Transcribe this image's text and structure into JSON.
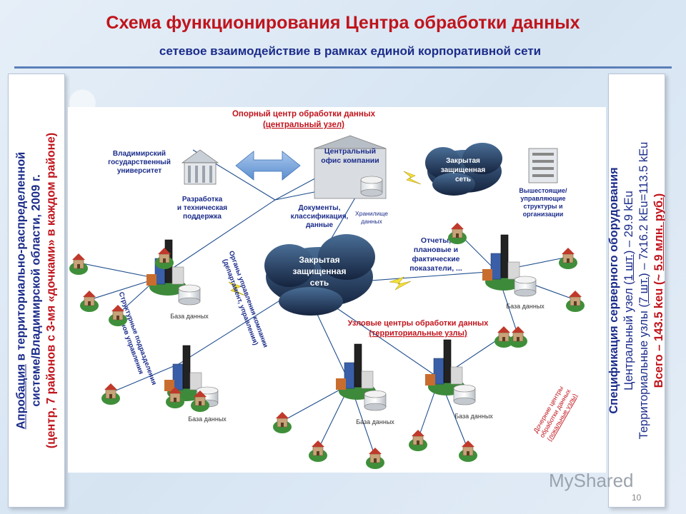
{
  "header": {
    "title": "Схема функционирования Центра обработки данных",
    "subtitle": "сетевое взаимодействие в рамках единой корпоративной сети"
  },
  "left_panel": {
    "line1": "Апробация",
    "line1_rest": " в территориально-распределенной",
    "line2": "системе/Владимирской области, 2009 г.",
    "line3": "(центр, 7 районов с 3-мя «дочками» в каждом районе)"
  },
  "right_panel": {
    "line1": "Спецификация серверного оборудования",
    "line2_a": "Центральный узел (",
    "line2_u": "1 шт.",
    "line2_b": ") – 29.9 kEu",
    "line3_a": "Территориальные узлы (",
    "line3_u": "7 шт.",
    "line3_b": ") – 7x16.2 kEu=113.5 kEu",
    "line4_a": "Всего – 143.5 keu (~ ",
    "line4_u": "5.9 млн. руб.",
    "line4_b": ")"
  },
  "diagram": {
    "central_title": "Опорный центр обработки данных",
    "central_subtitle": "(центральный узел)",
    "university": [
      "Владимирский",
      "государственный",
      "университет"
    ],
    "development": [
      "Разработка",
      "и техническая",
      "поддержка"
    ],
    "central_office": [
      "Центральный",
      "офис компании"
    ],
    "closed_net_top": [
      "Закрытая",
      "защищенная",
      "сеть"
    ],
    "higher_orgs": [
      "Вышестоящие/",
      "управляющие",
      "структуры и",
      "организации"
    ],
    "documents": [
      "Документы,",
      "классификация,",
      "данные"
    ],
    "storage": [
      "Хранилище",
      "данных"
    ],
    "closed_net_center": [
      "Закрытая",
      "защищенная",
      "сеть"
    ],
    "reports": [
      "Отчеты,",
      "плановые и",
      "фактические",
      "показатели, ..."
    ],
    "mgmt_bodies": [
      "Органы управления компании",
      "(департамент, управления)"
    ],
    "struct_units": [
      "Структурные подразделения",
      "органов управления"
    ],
    "regional_title": "Узловые центры обработки данных",
    "regional_subtitle": "(территориальные узлы)",
    "local_centers": [
      "Дочерние центры",
      "обработки данных",
      "(локальные узлы)"
    ],
    "db_label": "База данных"
  },
  "footer": {
    "watermark": "MyShared",
    "page_number": "10"
  }
}
